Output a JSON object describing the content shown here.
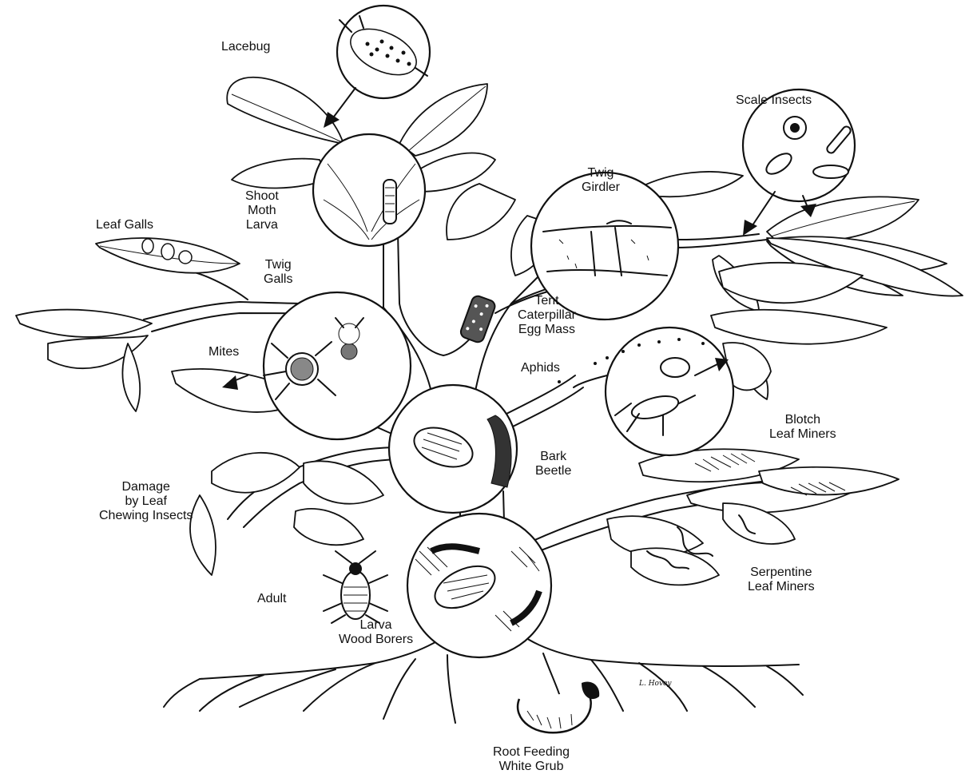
{
  "labels": {
    "lacebug": "Lacebug",
    "scale_insects": "Scale Insects",
    "twig_girdler": "Twig\nGirdler",
    "shoot_moth_larva": "Shoot\nMoth\nLarva",
    "leaf_galls": "Leaf Galls",
    "twig_galls": "Twig\nGalls",
    "tent_caterpillar": "Tent\nCaterpillar\nEgg Mass",
    "mites": "Mites",
    "aphids": "Aphids",
    "blotch_leaf_miners": "Blotch\nLeaf Miners",
    "bark_beetle": "Bark\nBeetle",
    "damage_leaf_chewing": "Damage\nby Leaf\nChewing Insects",
    "serpentine_leaf_miners": "Serpentine\nLeaf Miners",
    "adult": "Adult",
    "larva_wood_borers": "Larva\nWood Borers",
    "root_feeding_white_grub": "Root Feeding\nWhite Grub",
    "artist_signature": "L. Hovey"
  }
}
